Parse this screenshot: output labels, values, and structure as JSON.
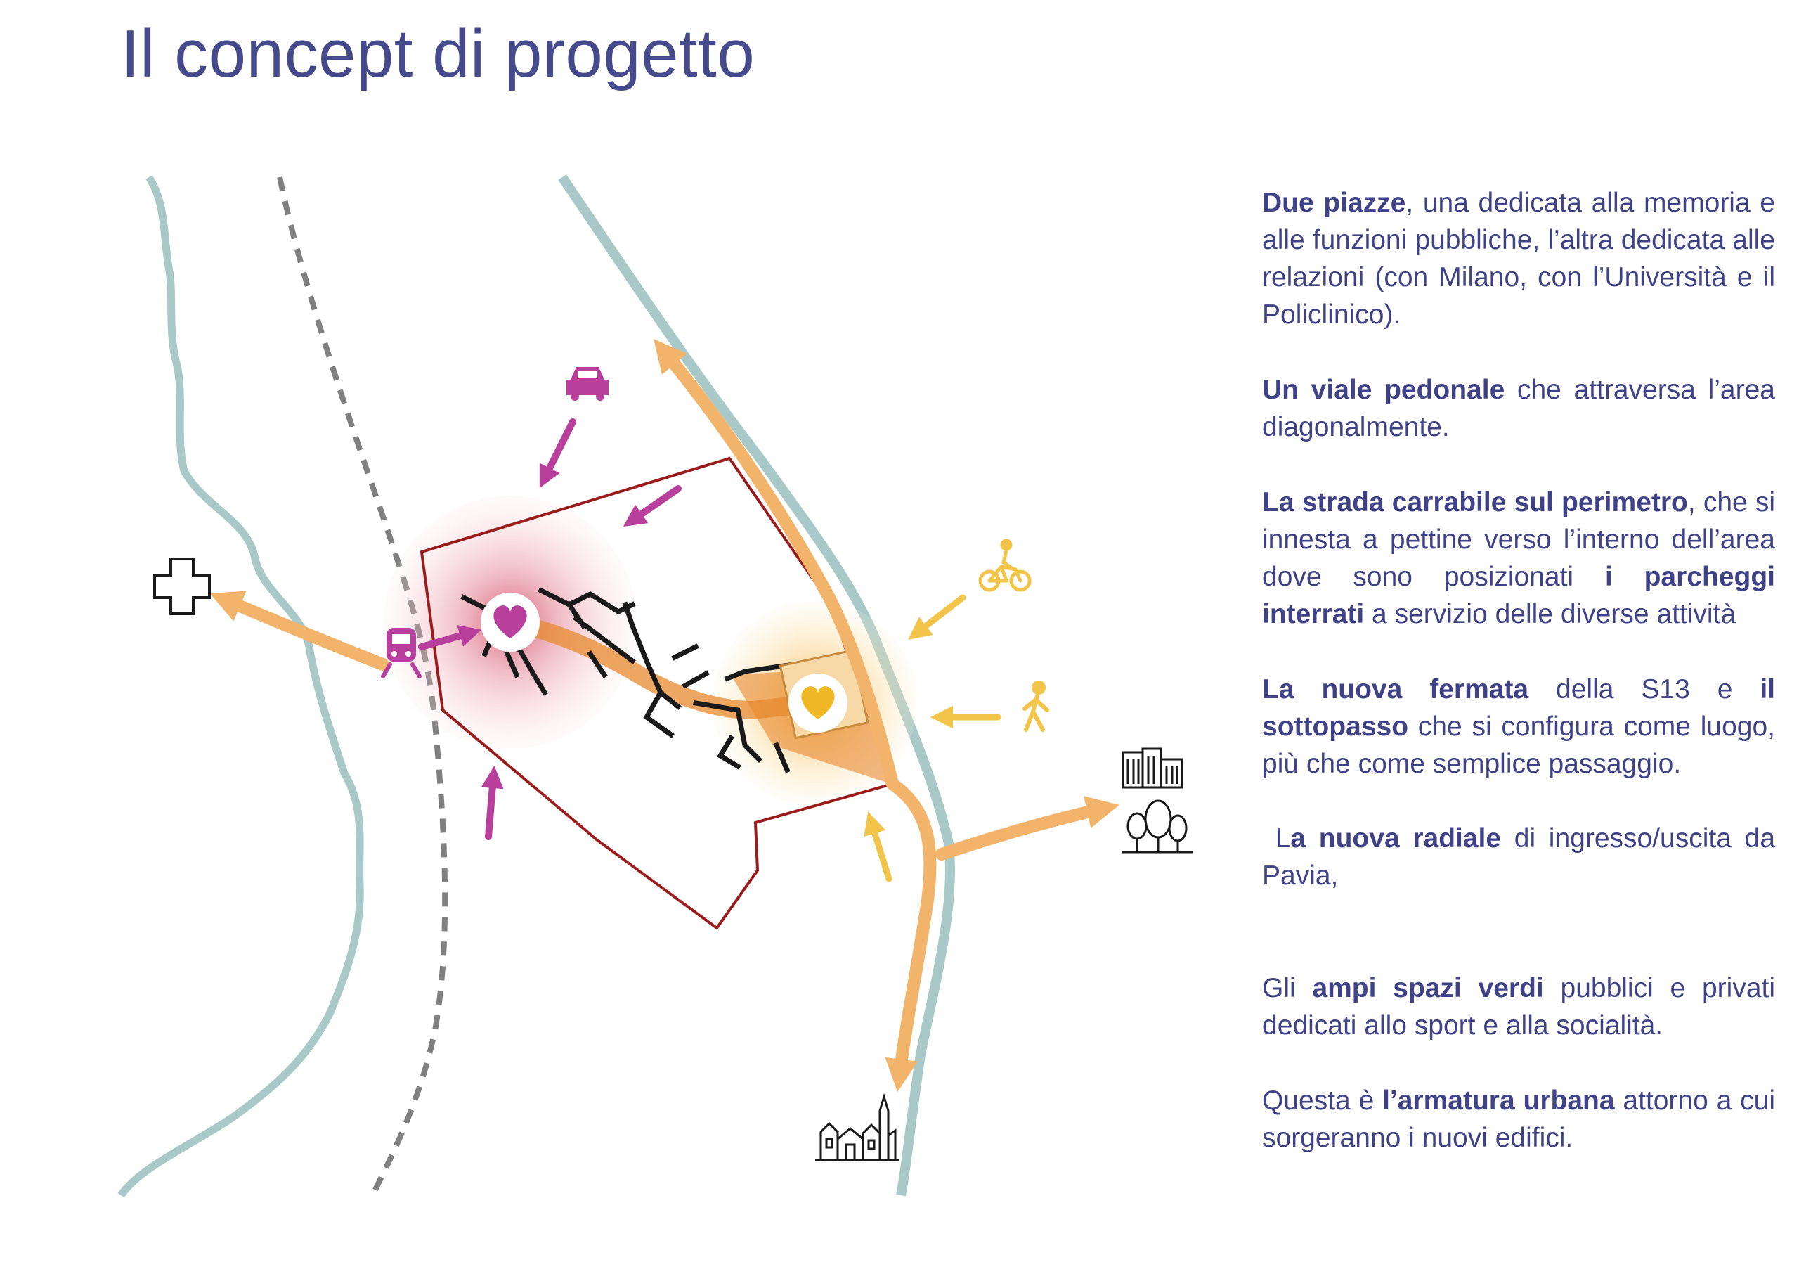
{
  "title": "Il concept di progetto",
  "colors": {
    "title": "#454a8c",
    "text": "#3f4287",
    "river": "#a9c9c9",
    "railway": "#808080",
    "perimeter": "#9b1c1c",
    "road": "#f2b46a",
    "plaza_memory": "#b8409c",
    "plaza_relations": "#f0b824",
    "walkway": "#e7892e"
  },
  "icons": {
    "hospital": "cross-outline-icon",
    "train": "train-icon",
    "car": "car-icon",
    "bike": "bicycle-icon",
    "pedestrian": "pedestrian-icon",
    "city": "skyline-icon",
    "park": "trees-icon",
    "pavia": "historic-town-icon",
    "heart": "heart-icon"
  },
  "paragraphs": [
    {
      "segments": [
        {
          "text": "Due piazze",
          "bold": true
        },
        {
          "text": ", una dedicata alla memoria e alle funzioni pubbliche, l’altra dedicata alle relazioni (con Milano, con l’Università e il Policlinico).",
          "bold": false
        }
      ]
    },
    {
      "segments": [
        {
          "text": "Un viale pedonale",
          "bold": true
        },
        {
          "text": " che attraversa l’area diagonalmente.",
          "bold": false
        }
      ]
    },
    {
      "segments": [
        {
          "text": "La strada carrabile sul perimetro",
          "bold": true
        },
        {
          "text": ", che si innesta a pettine verso l’interno dell’area dove sono posizionati ",
          "bold": false
        },
        {
          "text": "i parcheggi interrati",
          "bold": true
        },
        {
          "text": " a servizio delle diverse attività",
          "bold": false
        }
      ]
    },
    {
      "segments": [
        {
          "text": "La nuova fermata",
          "bold": true
        },
        {
          "text": " della S13 e ",
          "bold": false
        },
        {
          "text": "il sottopasso",
          "bold": true
        },
        {
          "text": " che si configura come luogo, più che come semplice passaggio.",
          "bold": false
        }
      ]
    },
    {
      "segments": [
        {
          "text": " L",
          "bold": false
        },
        {
          "text": "a nuova radiale",
          "bold": true
        },
        {
          "text": " di ingresso/uscita da Pavia,",
          "bold": false
        }
      ]
    },
    {
      "segments": [
        {
          "text": "Gli ",
          "bold": false
        },
        {
          "text": "ampi spazi verdi",
          "bold": true
        },
        {
          "text": " pubblici e privati dedicati allo sport e alla socialità.",
          "bold": false
        }
      ]
    },
    {
      "segments": [
        {
          "text": "Questa è ",
          "bold": false
        },
        {
          "text": "l’armatura urbana",
          "bold": true
        },
        {
          "text": " attorno a cui sorgeranno i nuovi edifici.",
          "bold": false
        }
      ]
    }
  ]
}
